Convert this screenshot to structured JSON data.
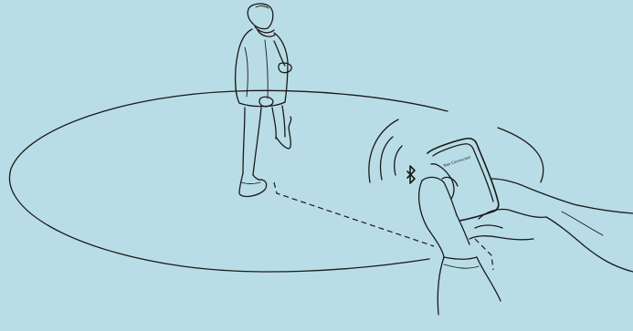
{
  "scene": {
    "background_color": "#b9dde6",
    "line_color": "#1a1a1a",
    "elements": [
      "walking-person",
      "geofence-ellipse",
      "proximity-dashed-line",
      "bluetooth-icon",
      "signal-wave-arcs",
      "hand-holding-phone"
    ]
  },
  "phone": {
    "screen_text": "Nao Connected"
  }
}
